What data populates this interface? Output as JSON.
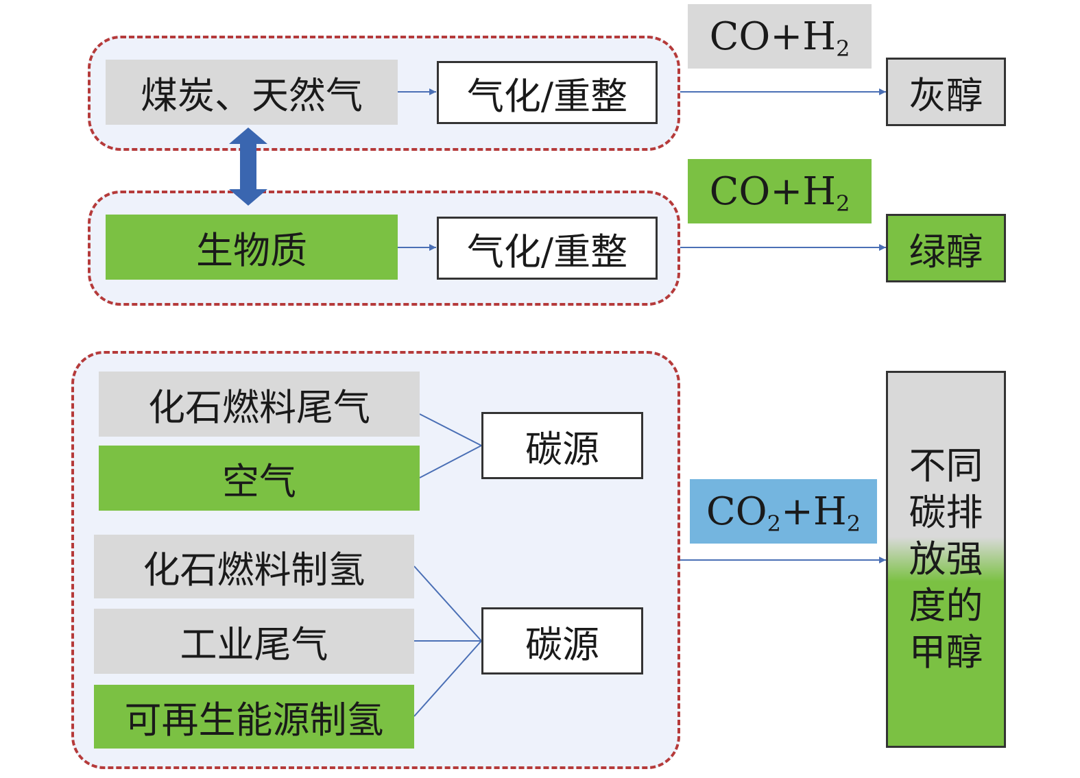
{
  "diagram": {
    "top_group": {
      "source": "煤炭、天然气",
      "process": "气化/重整",
      "gas": {
        "main": "CO+H",
        "sub": "2"
      },
      "product": "灰醇"
    },
    "middle_group": {
      "source": "生物质",
      "process": "气化/重整",
      "gas": {
        "main": "CO+H",
        "sub": "2"
      },
      "product": "绿醇"
    },
    "bottom_group": {
      "carbon_inputs": [
        "化石燃料尾气",
        "空气"
      ],
      "carbon_source_1": "碳源",
      "hydrogen_inputs": [
        "化石燃料制氢",
        "工业尾气",
        "可再生能源制氢"
      ],
      "carbon_source_2": "碳源",
      "gas": {
        "part1": "CO",
        "sub1": "2",
        "part2": "+H",
        "sub2": "2"
      },
      "product_lines": [
        "不同",
        "碳排",
        "放强",
        "度的",
        "甲醇"
      ]
    },
    "colors": {
      "gray": "#d9d9d9",
      "green": "#7bc143",
      "blue": "#74b5df",
      "dashed_border": "#b53a3a",
      "arrow": "#4a6fb5",
      "double_arrow": "#3a66b0"
    }
  }
}
